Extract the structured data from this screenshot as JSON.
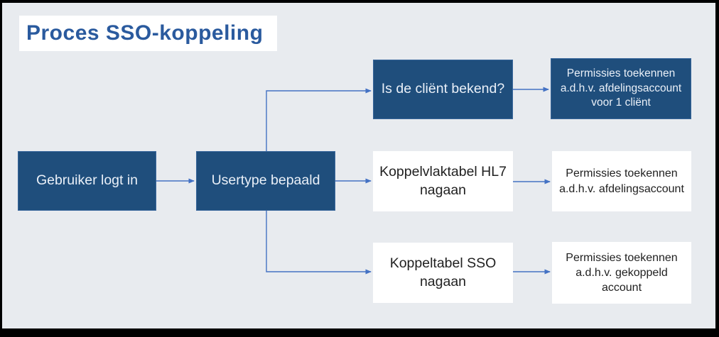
{
  "title": {
    "text": "Proces SSO-koppeling"
  },
  "colors": {
    "background": "#e8ebef",
    "frame": "#000000",
    "dark_node_fill": "#1f4e7c",
    "dark_node_text": "#eaf0f8",
    "light_node_fill": "#ffffff",
    "light_node_text": "#212121",
    "connector": "#4472c4",
    "title_text": "#2a5a9e"
  },
  "nodes": [
    {
      "id": "gebruiker-logt-in",
      "label": "Gebruiker logt in",
      "style": "dark"
    },
    {
      "id": "usertype-bepaald",
      "label": "Usertype bepaald",
      "style": "dark"
    },
    {
      "id": "is-de-client-bekend",
      "label": "Is de cliënt bekend?",
      "style": "dark"
    },
    {
      "id": "permissies-voor-1-client",
      "label": "Permissies toekennen\na.d.h.v. afdelingsaccount\nvoor 1 cliënt",
      "style": "dark"
    },
    {
      "id": "koppelvlaktabel-hl7",
      "label": "Koppelvlaktabel HL7\nnagaan",
      "style": "light"
    },
    {
      "id": "permissies-afdeling",
      "label": "Permissies toekennen\na.d.h.v. afdelingsaccount",
      "style": "light"
    },
    {
      "id": "koppeltabel-sso",
      "label": "Koppeltabel SSO\nnagaan",
      "style": "light"
    },
    {
      "id": "permissies-gekoppeld",
      "label": "Permissies toekennen\na.d.h.v. gekoppeld\naccount",
      "style": "light"
    }
  ]
}
